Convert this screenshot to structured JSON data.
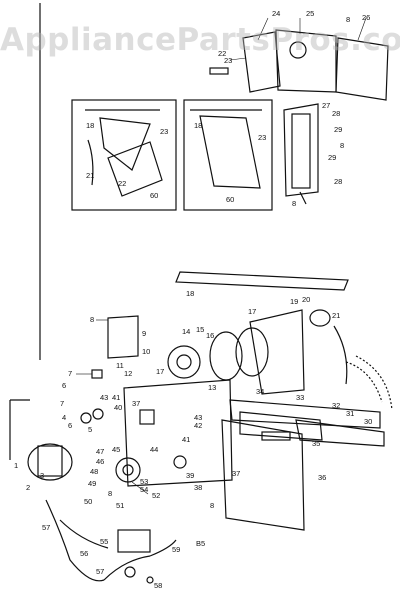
{
  "watermark": "AppliancePartsPros.com",
  "page_code": "B5",
  "callouts": {
    "c1": "1",
    "c2": "2",
    "c3": "3",
    "c4": "4",
    "c5": "5",
    "c6": "6",
    "c7": "7",
    "c8": "8",
    "c9": "9",
    "c10": "10",
    "c11": "11",
    "c12": "12",
    "c13": "13",
    "c14": "14",
    "c15": "15",
    "c16": "16",
    "c17": "17",
    "c18": "18",
    "c19": "19",
    "c20": "20",
    "c21": "21",
    "c22": "22",
    "c23": "23",
    "c24": "24",
    "c25": "25",
    "c26": "26",
    "c27": "27",
    "c28": "28",
    "c29": "29",
    "c30": "30",
    "c31": "31",
    "c32": "32",
    "c33": "33",
    "c34": "34",
    "c35": "35",
    "c36": "36",
    "c37": "37",
    "c38": "38",
    "c39": "39",
    "c40": "40",
    "c41": "41",
    "c42": "42",
    "c43": "43",
    "c44": "44",
    "c45": "45",
    "c46": "46",
    "c47": "47",
    "c48": "48",
    "c49": "49",
    "c50": "50",
    "c51": "51",
    "c52": "52",
    "c53": "53",
    "c54": "54",
    "c55": "55",
    "c56": "56",
    "c57": "57",
    "c58": "58",
    "c59": "59",
    "c60": "60"
  }
}
